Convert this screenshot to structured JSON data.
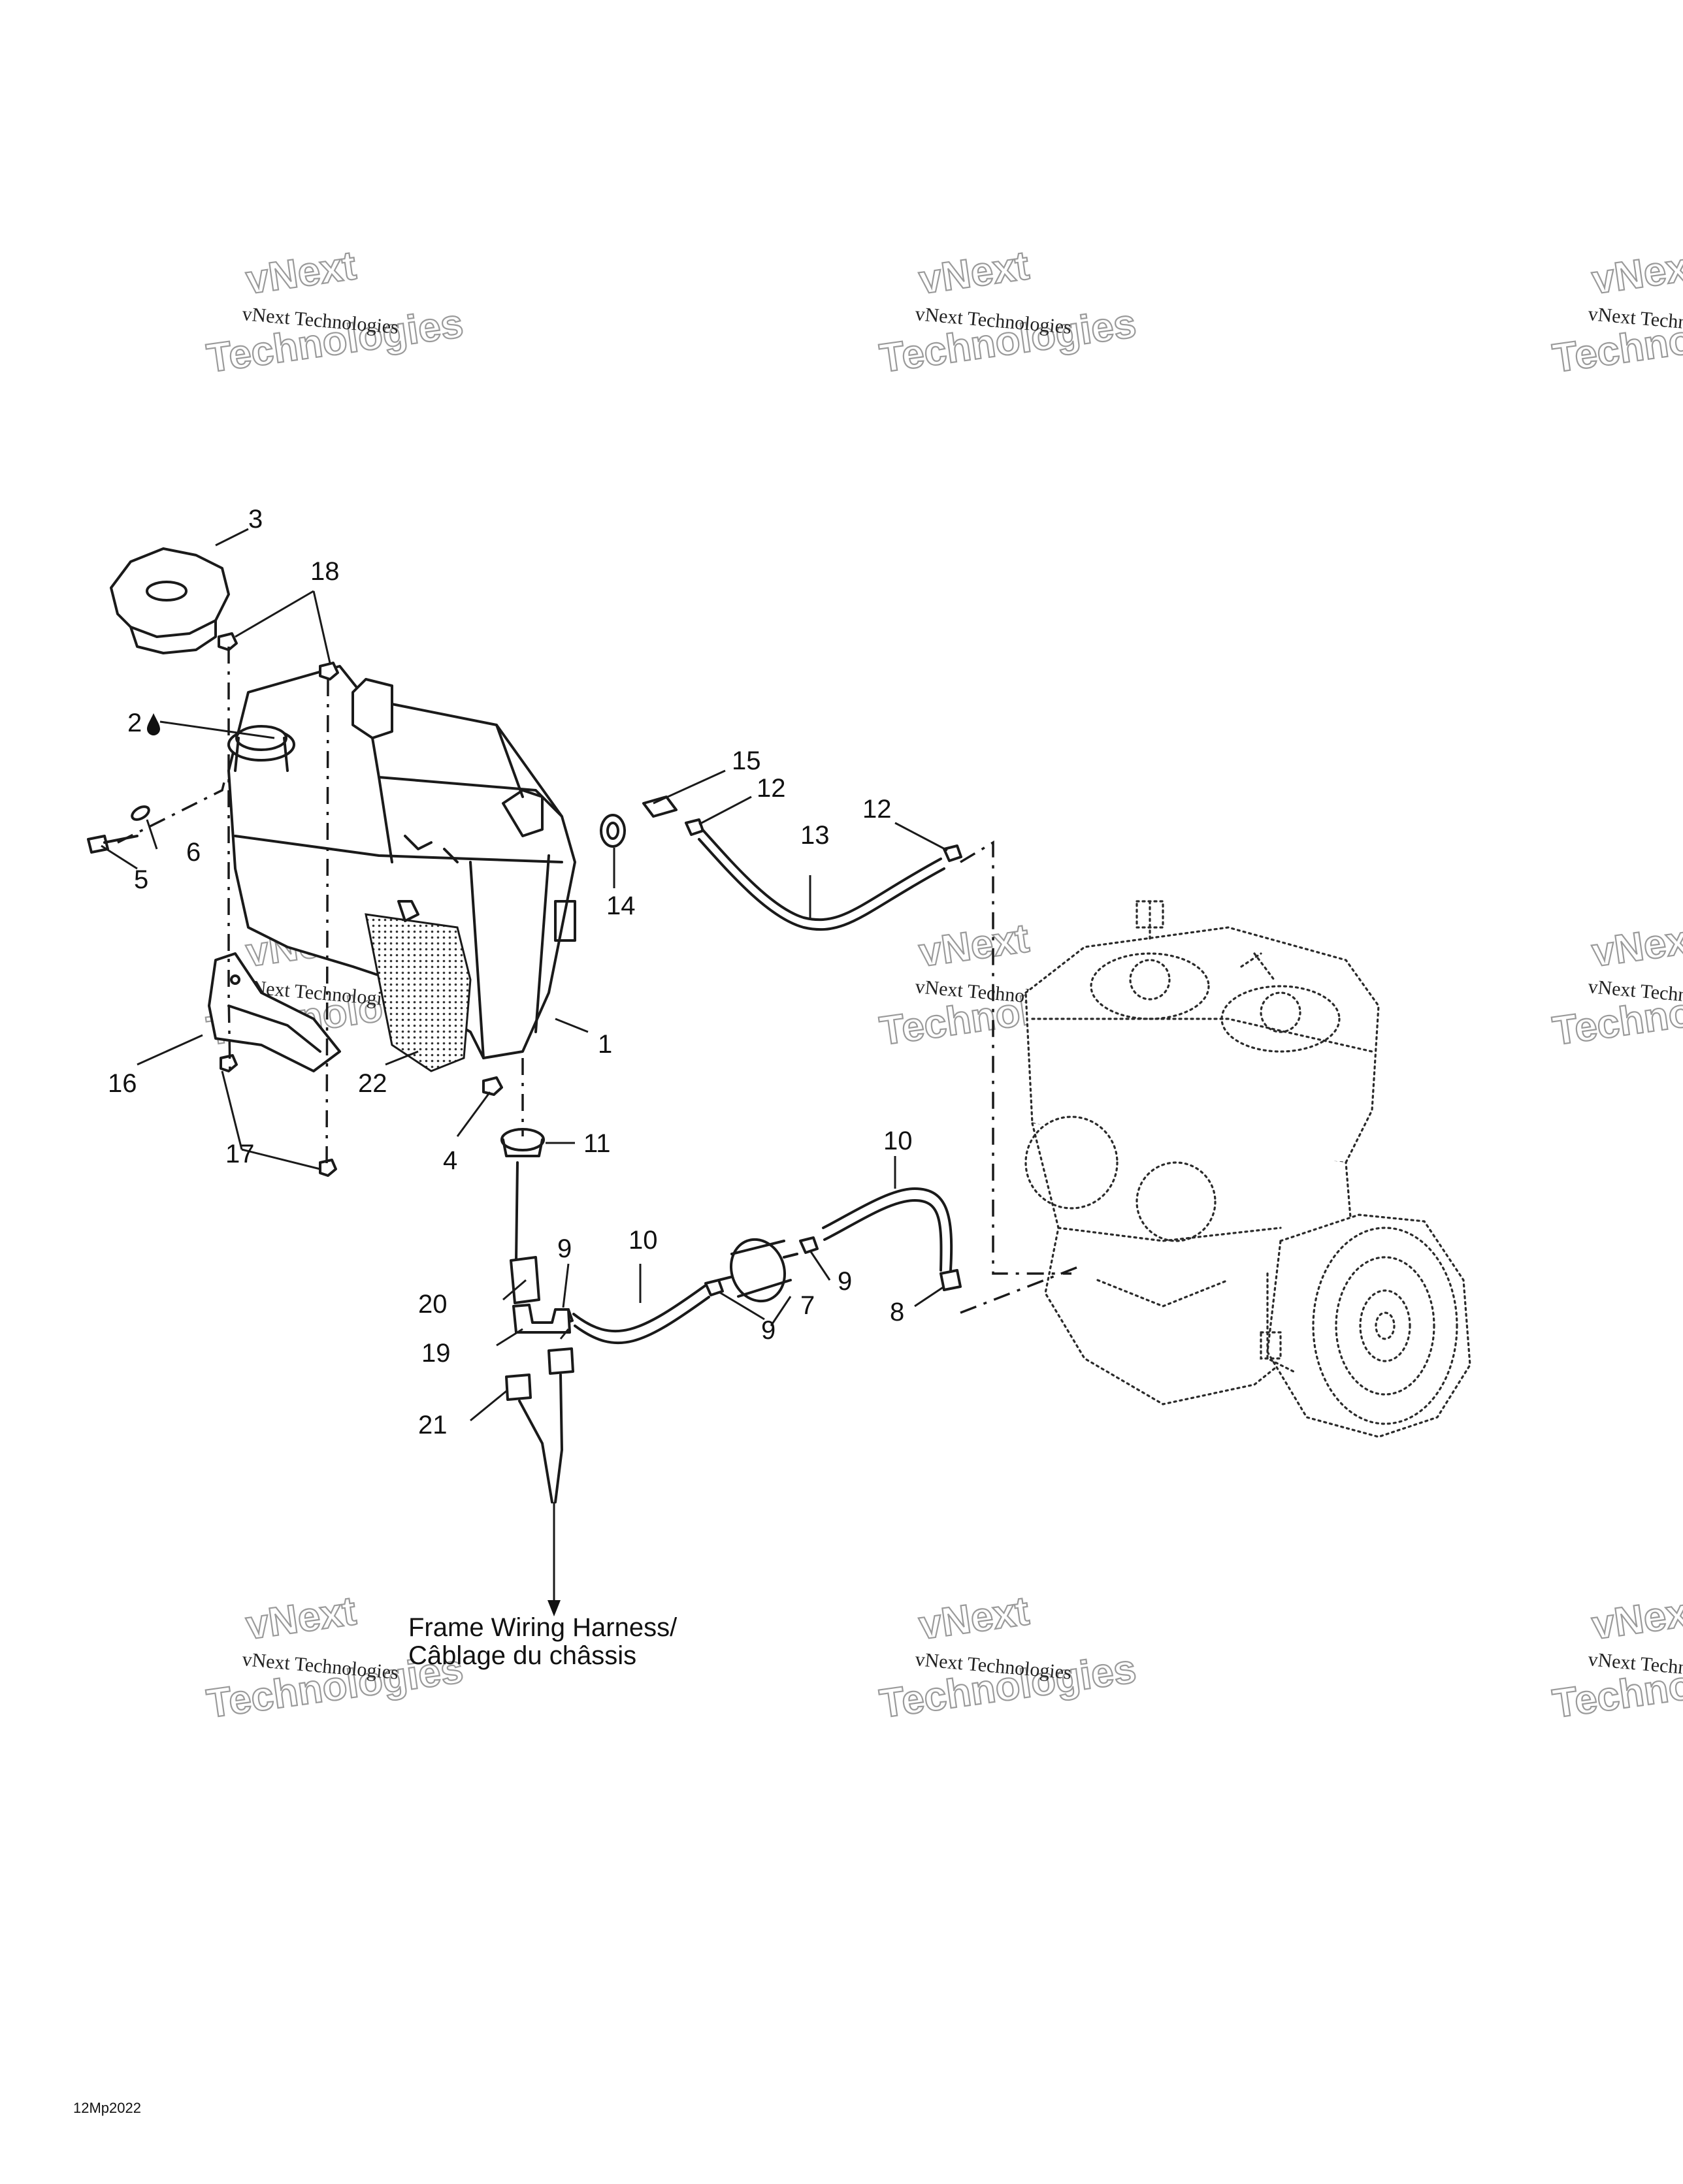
{
  "callouts": {
    "c1": "1",
    "c2": "2",
    "c3": "3",
    "c4": "4",
    "c5": "5",
    "c6": "6",
    "c7": "7",
    "c8": "8",
    "c9a": "9",
    "c9b": "9",
    "c9c": "9",
    "c10a": "10",
    "c10b": "10",
    "c11": "11",
    "c12a": "12",
    "c12b": "12",
    "c13": "13",
    "c14": "14",
    "c15": "15",
    "c16": "16",
    "c17": "17",
    "c18": "18",
    "c19": "19",
    "c20": "20",
    "c21": "21",
    "c22": "22"
  },
  "harness_label": {
    "line1": "Frame Wiring Harness/",
    "line2": "Câblage du châssis"
  },
  "document_code": "12Mp2022",
  "watermark": {
    "brand": "vNext",
    "small": "vNext Technologies",
    "large": "Technologies"
  },
  "icons": {
    "liquid": "drop-icon"
  }
}
